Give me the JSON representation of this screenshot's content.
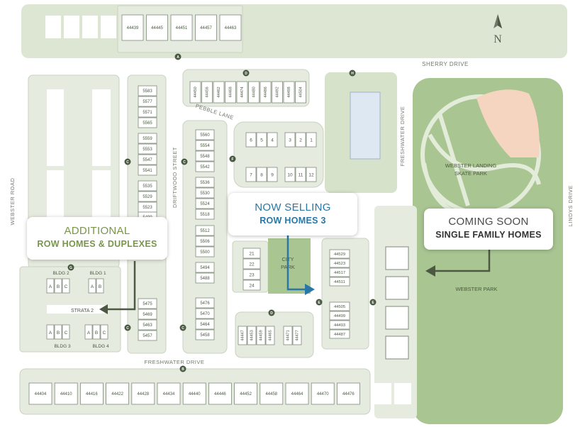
{
  "streets": {
    "sherry": "SHERRY DRIVE",
    "webster_road": "WEBSTER ROAD",
    "pebble": "PEBBLE LANE",
    "driftwood": "DRIFTWOOD STREET",
    "freshwater_v": "FRESHWATER DRIVE",
    "freshwater_h": "FRESHWATER DRIVE",
    "lindys": "LINDYS DRIVE",
    "strata": "STRATA 2"
  },
  "places": {
    "skate_park": [
      "WEBSTER LANDING",
      "SKATE PARK"
    ],
    "webster_park": "WEBSTER PARK",
    "city_park": [
      "CITY",
      "PARK"
    ]
  },
  "markers": [
    "A",
    "B",
    "C",
    "D",
    "E",
    "F",
    "G",
    "H"
  ],
  "lots": {
    "top": [
      "44439",
      "44445",
      "44451",
      "44457",
      "44463"
    ],
    "pebble": [
      "44450",
      "44456",
      "44462",
      "44468",
      "44474",
      "44480",
      "44486",
      "44492",
      "44498",
      "44504"
    ],
    "left_col": [
      "5583",
      "5577",
      "5571",
      "5565",
      "5559",
      "5553",
      "5547",
      "5541",
      "5535",
      "5529",
      "5523",
      "5499",
      "5475",
      "5469",
      "5463",
      "5457"
    ],
    "mid_col": [
      "5560",
      "5554",
      "5548",
      "5542",
      "5536",
      "5530",
      "5524",
      "5518",
      "5512",
      "5506",
      "5500",
      "5494",
      "5488",
      "5476",
      "5470",
      "5464",
      "5458"
    ],
    "units_top": [
      "6",
      "5",
      "4",
      "3",
      "2",
      "1"
    ],
    "units_bottom": [
      "7",
      "8",
      "9",
      "10",
      "11",
      "12"
    ],
    "units_side": [
      "21",
      "22",
      "23",
      "24"
    ],
    "e_col": [
      "44529",
      "44523",
      "44517",
      "44511",
      "44505",
      "44499",
      "44493",
      "44487"
    ],
    "d_row": [
      "44447",
      "44453",
      "44459",
      "44465",
      "44471",
      "44477"
    ],
    "bottom": [
      "44404",
      "44410",
      "44416",
      "44422",
      "44428",
      "44434",
      "44440",
      "44446",
      "44452",
      "44458",
      "44464",
      "44470",
      "44476"
    ]
  },
  "buildings": {
    "b1": "BLDG 1",
    "b2": "BLDG 2",
    "b3": "BLDG 3",
    "b4": "BLDG 4",
    "unit_labels": [
      "A",
      "B",
      "C"
    ]
  },
  "compass": "N",
  "callouts": {
    "additional": {
      "line1": "ADDITIONAL",
      "line2": "ROW HOMES & DUPLEXES"
    },
    "now_selling": {
      "line1": "NOW SELLING",
      "line2": "ROW HOMES 3"
    },
    "coming_soon": {
      "line1": "COMING SOON",
      "line2": "SINGLE FAMILY HOMES"
    }
  },
  "colors": {
    "road": "#ffffff",
    "block": "#e6ebdf",
    "park": "#dce6d2",
    "green_park": "#a9c592",
    "lot_fill": "#ffffff",
    "lot_stroke": "#7f8a7a",
    "building_blue": "#dde8f3",
    "marker": "#4a5a42",
    "accent_green": "#79954a",
    "accent_blue": "#2877a6",
    "accent_dark": "#4d5842",
    "sand": "#f6d5c0"
  }
}
